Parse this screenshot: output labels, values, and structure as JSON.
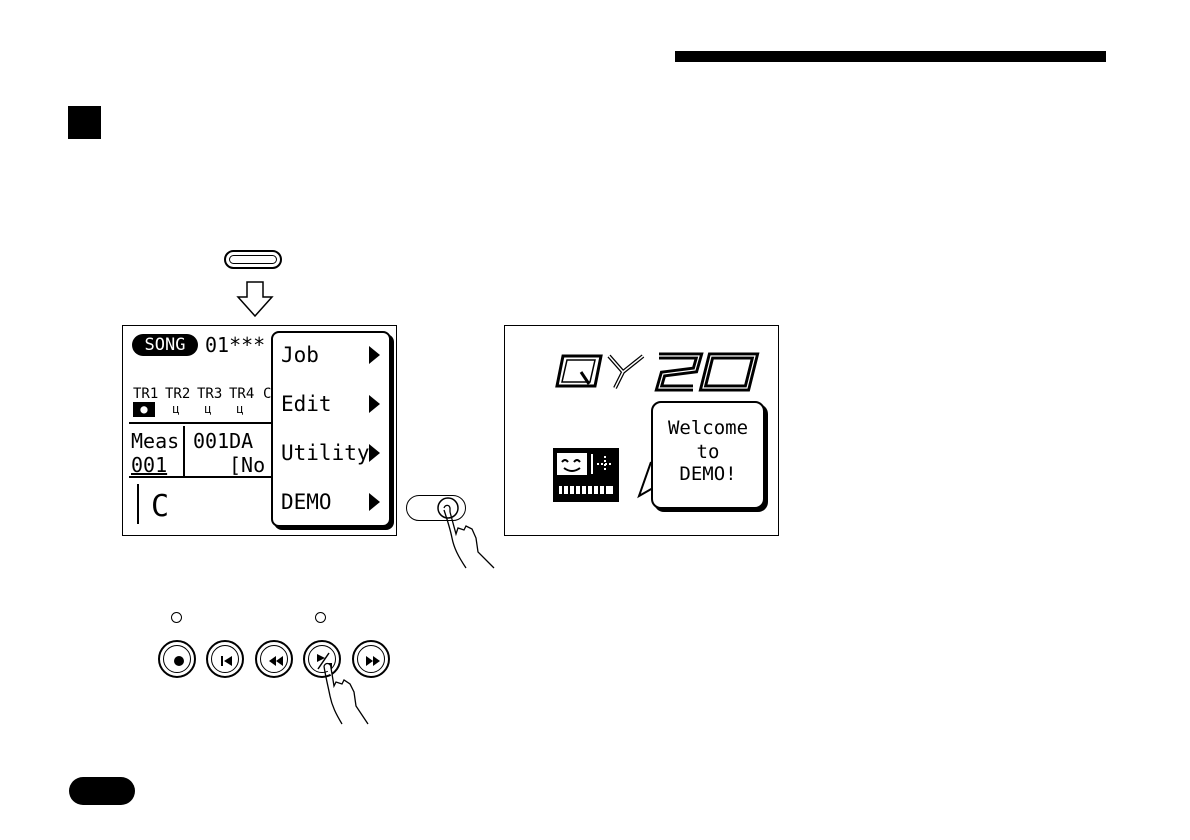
{
  "lcd_song": {
    "mode_label": "SONG",
    "song_number": "01***",
    "tracks": [
      "TR1",
      "TR2",
      "TR3",
      "TR4",
      "C"
    ],
    "measure_label": "Meas",
    "measure_value": "001",
    "pattern_label": "001DA",
    "pattern_sub": "[No",
    "chord": "C"
  },
  "menu": {
    "items": [
      {
        "label": "Job"
      },
      {
        "label": "Edit"
      },
      {
        "label": "Utility"
      },
      {
        "label": "DEMO"
      }
    ]
  },
  "lcd_demo": {
    "logo_text": "QY20",
    "bubble_line1": "Welcome",
    "bubble_line2": "to",
    "bubble_line3": "DEMO!"
  },
  "transport": {
    "buttons": [
      "record-icon",
      "top-icon",
      "rewind-icon",
      "play-stop-icon",
      "fast-forward-icon"
    ]
  }
}
